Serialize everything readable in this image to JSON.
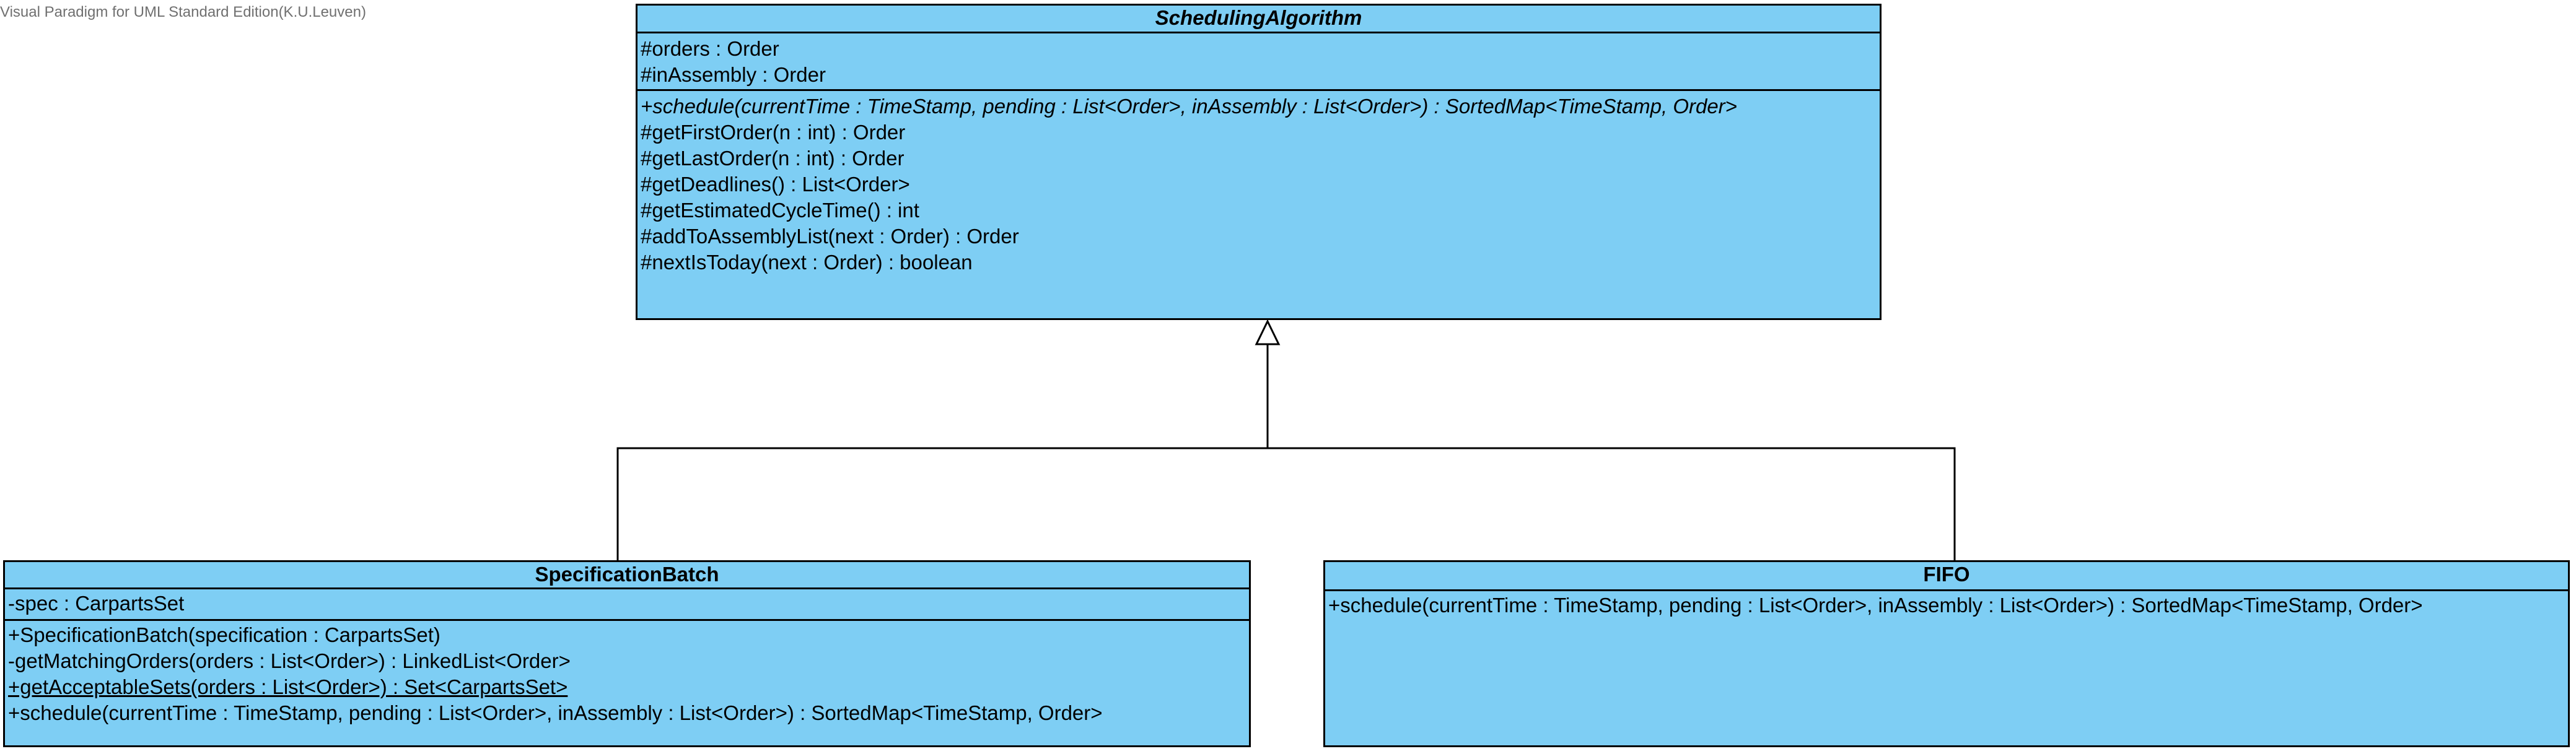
{
  "watermark": "Visual Paradigm for UML Standard Edition(K.U.Leuven)",
  "classes": {
    "scheduling_algorithm": {
      "name": "SchedulingAlgorithm",
      "attributes": [
        "#orders : Order",
        "#inAssembly : Order"
      ],
      "operations": [
        "+schedule(currentTime : TimeStamp, pending : List<Order>, inAssembly : List<Order>) : SortedMap<TimeStamp, Order>",
        "#getFirstOrder(n : int) : Order",
        "#getLastOrder(n : int) : Order",
        "#getDeadlines() : List<Order>",
        "#getEstimatedCycleTime() : int",
        "#addToAssemblyList(next : Order) : Order",
        "#nextIsToday(next : Order) : boolean"
      ]
    },
    "specification_batch": {
      "name": "SpecificationBatch",
      "attributes": [
        "-spec : CarpartsSet"
      ],
      "operations": [
        "+SpecificationBatch(specification : CarpartsSet)",
        "-getMatchingOrders(orders : List<Order>) : LinkedList<Order>",
        "+getAcceptableSets(orders : List<Order>) : Set<CarpartsSet>",
        "+schedule(currentTime : TimeStamp, pending : List<Order>, inAssembly : List<Order>) : SortedMap<TimeStamp, Order>"
      ]
    },
    "fifo": {
      "name": "FIFO",
      "attributes": [],
      "operations": [
        "+schedule(currentTime : TimeStamp, pending : List<Order>, inAssembly : List<Order>) : SortedMap<TimeStamp, Order>"
      ]
    }
  },
  "colors": {
    "class_fill": "#7ecef4",
    "line": "#000000"
  }
}
